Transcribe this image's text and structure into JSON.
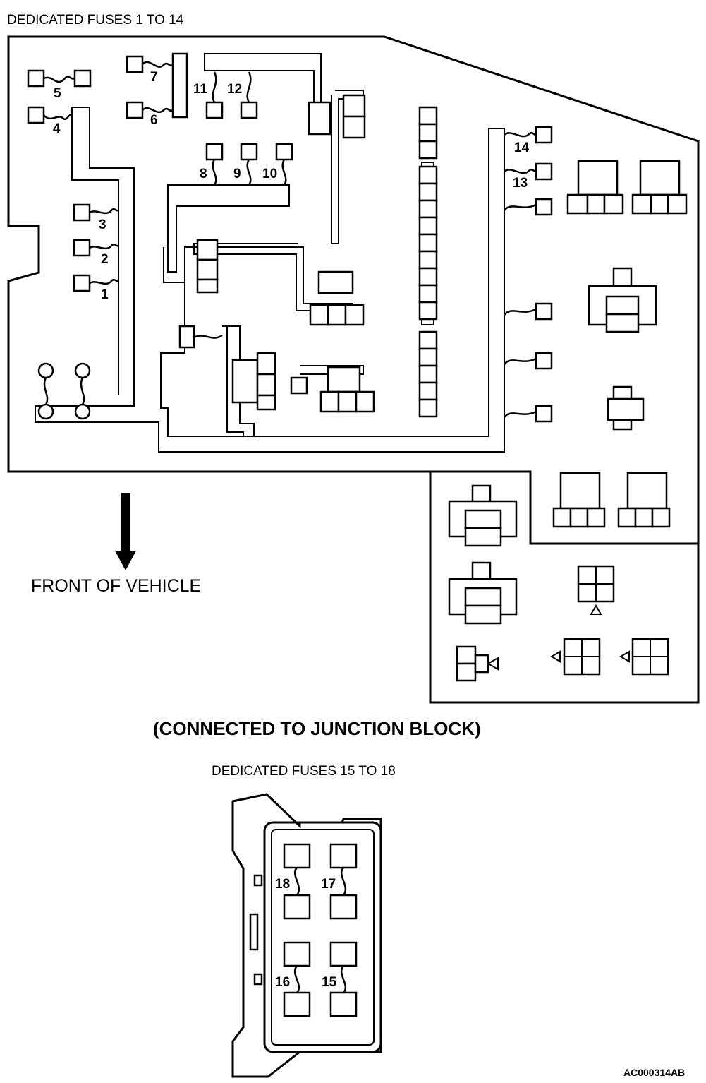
{
  "title_top": "DEDICATED FUSES 1 TO 14",
  "title_bottom": "DEDICATED FUSES 15 TO 18",
  "junction_note": "(CONNECTED TO JUNCTION BLOCK)",
  "front_label": "FRONT OF VEHICLE",
  "figure_code": "AC000314AB",
  "fuse_labels": [
    "1",
    "2",
    "3",
    "4",
    "5",
    "6",
    "7",
    "8",
    "9",
    "10",
    "11",
    "12",
    "13",
    "14",
    "15",
    "16",
    "17",
    "18"
  ]
}
